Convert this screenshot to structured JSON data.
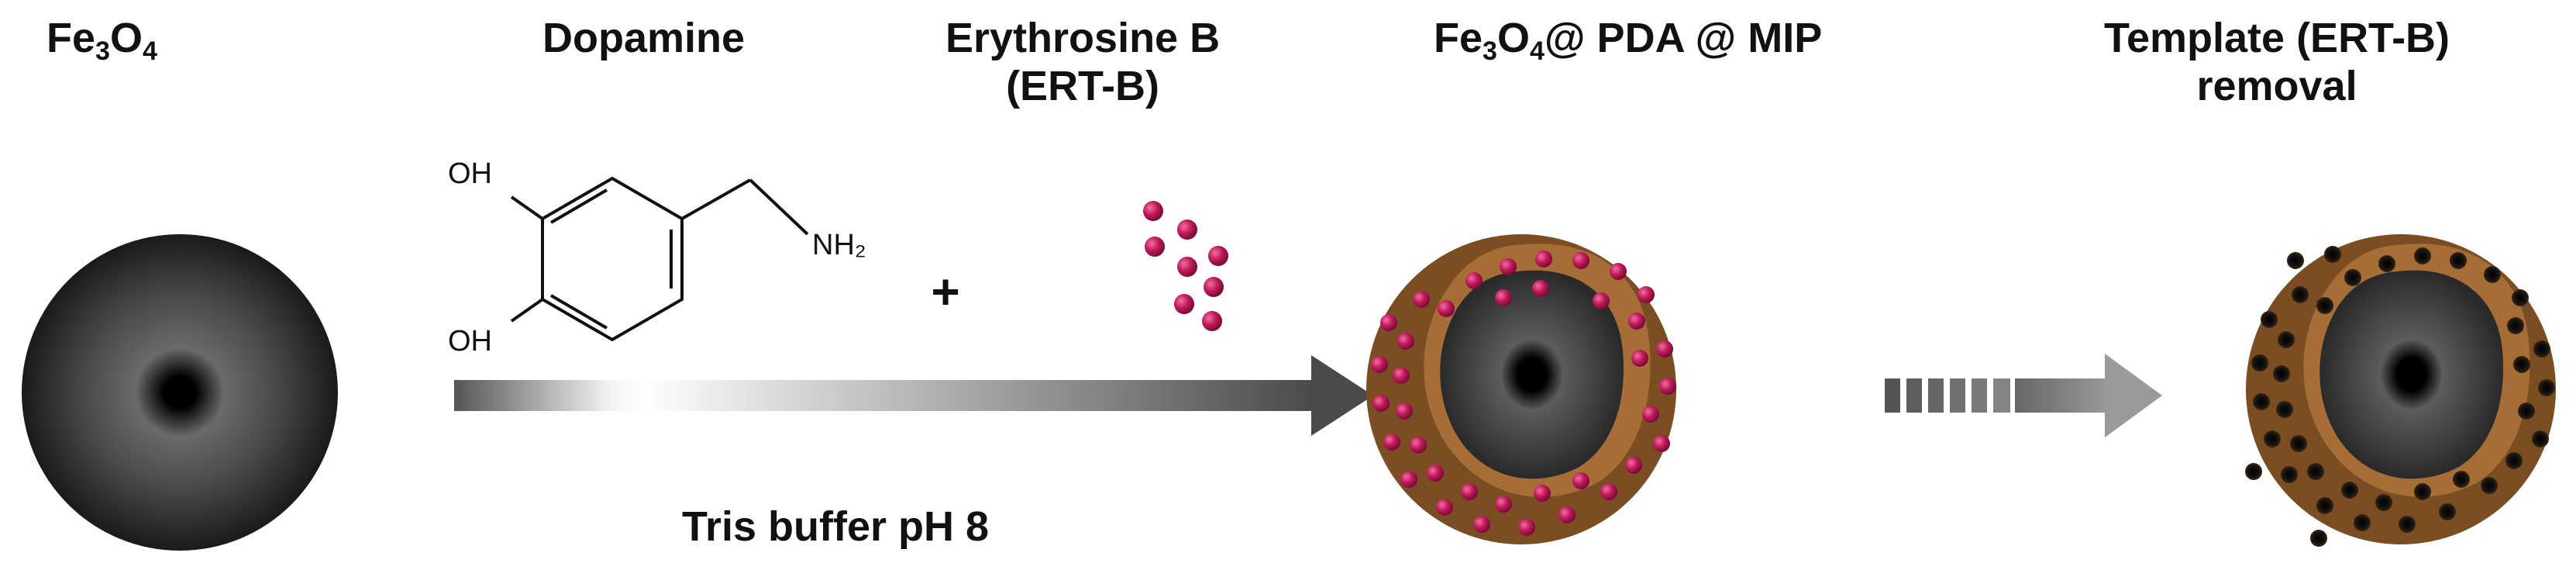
{
  "labels": {
    "fe3o4": {
      "a": "Fe",
      "s1": "3",
      "b": "O",
      "s2": "4"
    },
    "dopamine": "Dopamine",
    "erythrosine_line1": "Erythrosine B",
    "erythrosine_line2": "(ERT-B)",
    "product": {
      "a": "Fe",
      "s1": "3",
      "b": "O",
      "s2": "4",
      "c": "@ PDA @ MIP"
    },
    "removal_line1": "Template (ERT-B)",
    "removal_line2": "removal",
    "buffer": "Tris buffer pH 8"
  },
  "molecule": {
    "oh_top": "OH",
    "oh_bottom": "OH",
    "amine": "NH₂"
  },
  "plus": "+",
  "colors": {
    "ert_b": "#c0185a",
    "pda_shell": "#7a4e22",
    "pda_inner": "#a66e36",
    "core": "#444444",
    "arrow": "#4a4a4a"
  }
}
